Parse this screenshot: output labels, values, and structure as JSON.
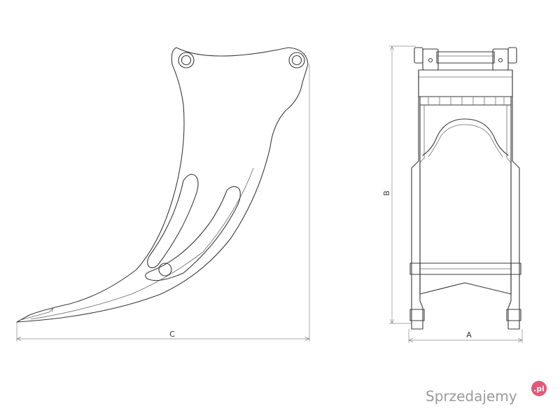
{
  "dimensions": {
    "a": "A",
    "b": "B",
    "c": "C"
  },
  "watermark": {
    "text": "Sprzedajemy",
    "badge": ".pl",
    "badge_color": "#e05a78"
  }
}
